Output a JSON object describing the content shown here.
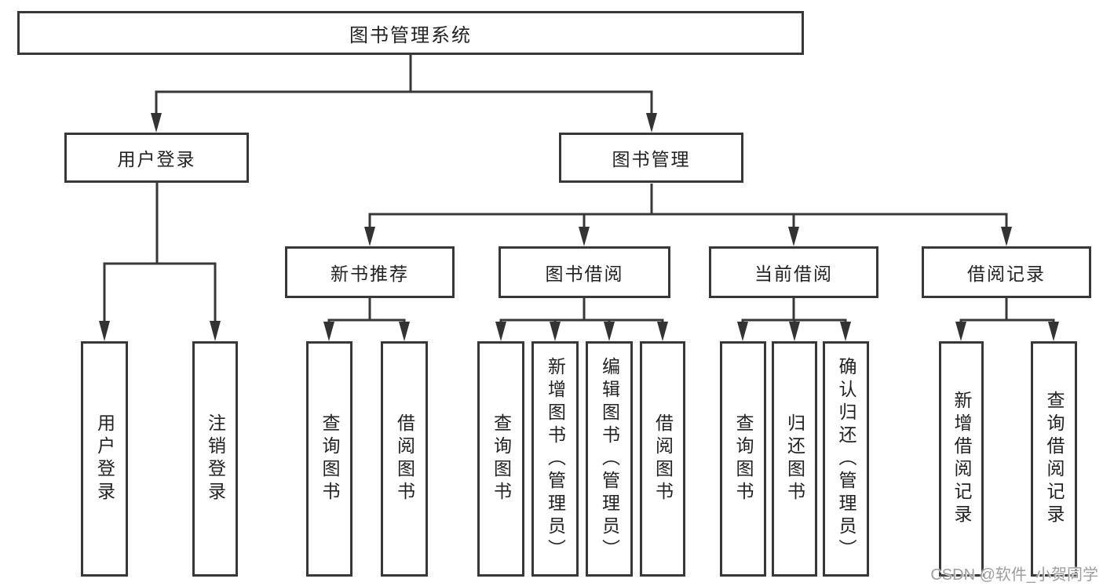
{
  "tree": {
    "root": "图书管理系统",
    "branches": [
      {
        "label": "用户登录",
        "children": [
          "用户登录",
          "注销登录"
        ]
      },
      {
        "label": "图书管理",
        "children": [
          {
            "label": "新书推荐",
            "children": [
              "查询图书",
              "借阅图书"
            ]
          },
          {
            "label": "图书借阅",
            "children": [
              "查询图书",
              "新增图书（管理员）",
              "编辑图书（管理员）",
              "借阅图书"
            ]
          },
          {
            "label": "当前借阅",
            "children": [
              "查询图书",
              "归还图书",
              "确认归还（管理员）"
            ]
          },
          {
            "label": "借阅记录",
            "children": [
              "新增借阅记录",
              "查询借阅记录"
            ]
          }
        ]
      }
    ]
  },
  "watermark": "CSDN @软件_小贺同学",
  "colors": {
    "line": "#383838",
    "border": "#383838",
    "text": "#222222",
    "watermark": "#9e9e9e",
    "background": "#ffffff"
  }
}
